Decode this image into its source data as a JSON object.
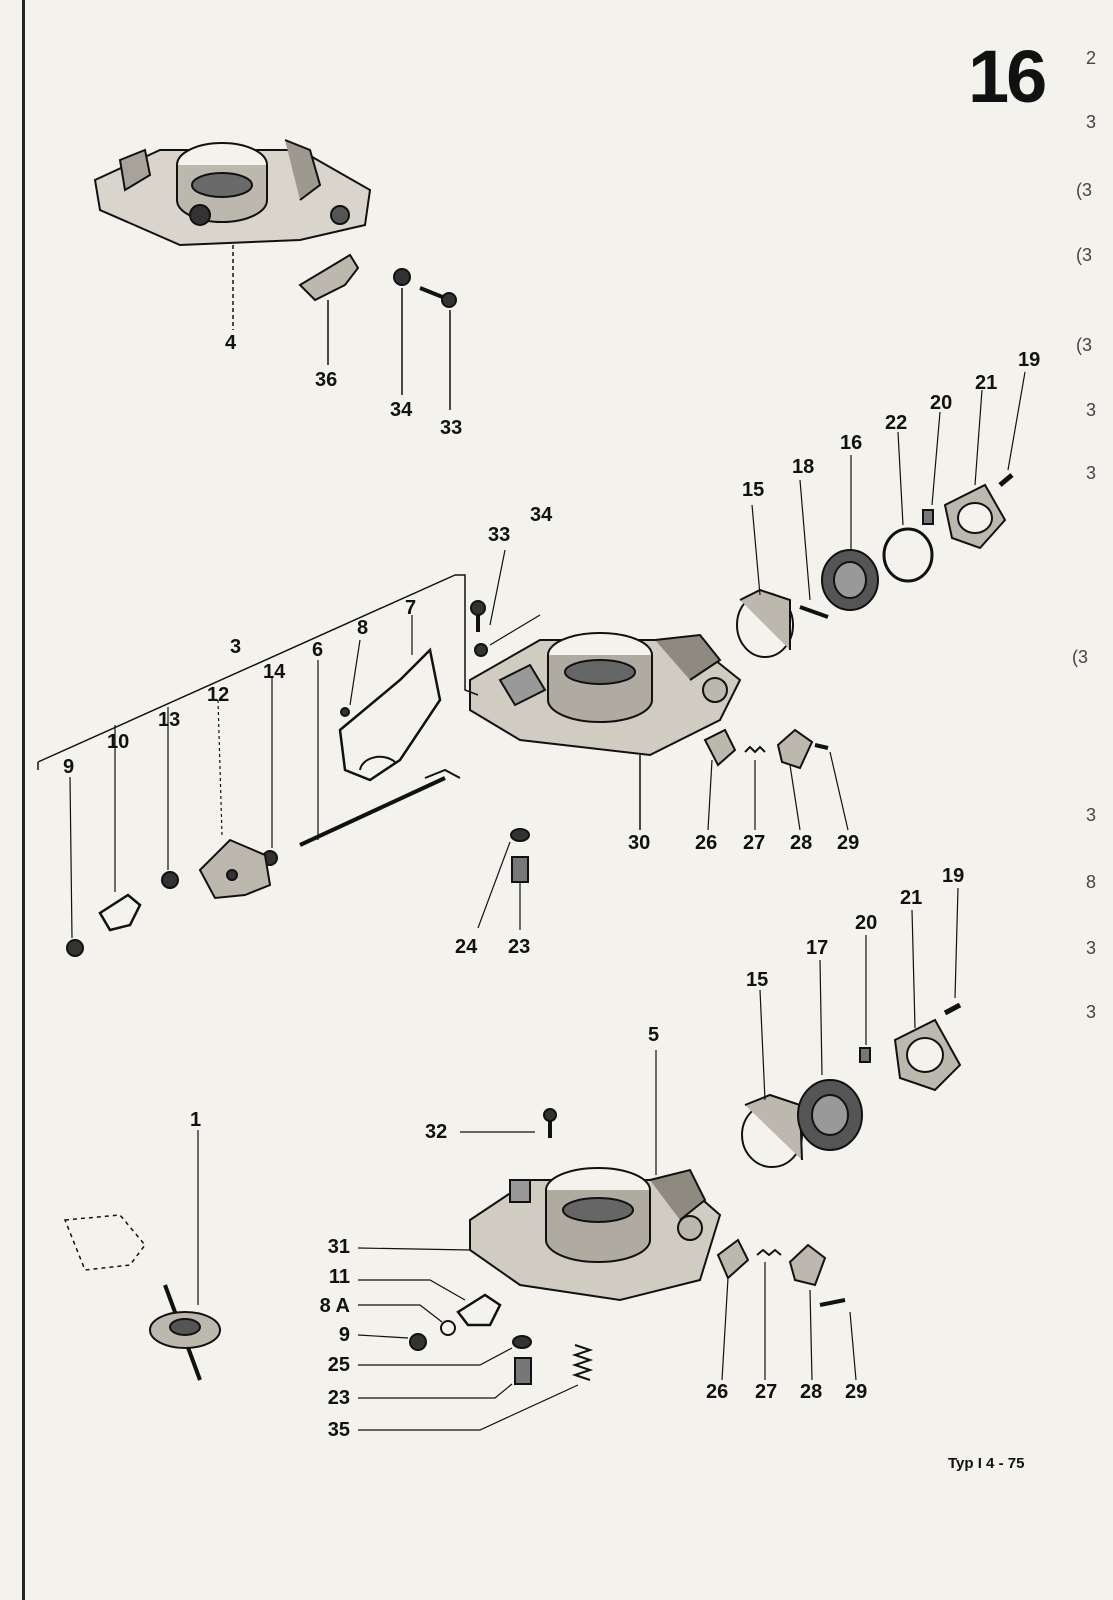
{
  "page_number": "16",
  "footer": "Typ I  4 - 75",
  "edge_marks": [
    "2",
    "3",
    "(3",
    "(3",
    "(3",
    "3",
    "3",
    "(3",
    "3",
    "8",
    "3",
    "3"
  ],
  "labels": {
    "top": {
      "l4": "4",
      "l36": "36",
      "l34": "34",
      "l33": "33"
    },
    "middle": {
      "l19": "19",
      "l21": "21",
      "l20": "20",
      "l22": "22",
      "l16": "16",
      "l18": "18",
      "l15": "15",
      "l33": "33",
      "l34": "34",
      "l3": "3",
      "l7": "7",
      "l8": "8",
      "l6": "6",
      "l14": "14",
      "l12": "12",
      "l13": "13",
      "l10": "10",
      "l9": "9",
      "l30": "30",
      "l26": "26",
      "l27": "27",
      "l28": "28",
      "l29": "29",
      "l24": "24",
      "l23": "23"
    },
    "bottom": {
      "l19": "19",
      "l21": "21",
      "l20": "20",
      "l17": "17",
      "l15": "15",
      "l5": "5",
      "l32": "32",
      "l1": "1",
      "l31": "31",
      "l11": "11",
      "l8A": "8 A",
      "l9": "9",
      "l25": "25",
      "l23": "23",
      "l35": "35",
      "l26": "26",
      "l27": "27",
      "l28": "28",
      "l29": "29"
    }
  },
  "colors": {
    "ink": "#111111",
    "paper": "#f4f2ec",
    "shade": "#6a6a6a",
    "light": "#cfcac0"
  }
}
